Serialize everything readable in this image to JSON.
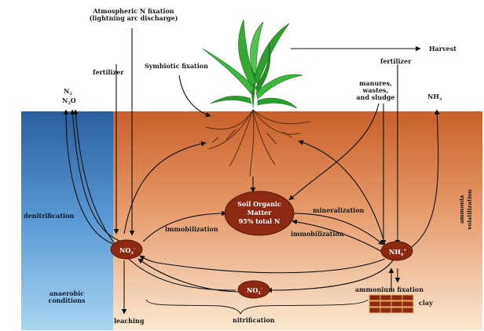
{
  "labels": {
    "atm_fixation_1": "Atmospheric N fixation",
    "atm_fixation_2": "(lightning arc discharge)",
    "harvest": "Harvest",
    "fertilizer_left": "fertilizer",
    "symbiotic": "Symbiotic fixation",
    "fertilizer_right": "fertilizer",
    "n2": "N",
    "n2_sub": "2",
    "n2o": "N",
    "n2o_sub": "2",
    "n2o_o": "O",
    "nh3": "NH",
    "nh3_sub": "3",
    "manures_1": "manures,",
    "manures_2": "wastes,",
    "manures_3": "and sludge",
    "denitrification": "denitrification",
    "ammonia_vol_1": "ammonia",
    "ammonia_vol_2": "volatilization",
    "som_1": "Soil Organic",
    "som_2": "Matter",
    "som_3": "95% total N",
    "mineralization": "mineralization",
    "immobilization_left": "immobilization",
    "immobilization_right": "immobilization",
    "no3": "NO",
    "no3_sub": "3",
    "no3_sup": "-",
    "nh4": "NH",
    "nh4_sub": "4",
    "nh4_sup": "+",
    "no2": "NO",
    "no2_sub": "2",
    "no2_sup": "-",
    "anaerobic_1": "anaerobic",
    "anaerobic_2": "conditions",
    "ammonium_fixation": "ammonium fixation",
    "clay": "clay",
    "leaching": "leaching",
    "nitrification": "nitrification"
  },
  "colors": {
    "sky": "#ffffff",
    "soil_top": "#c8602a",
    "soil_bottom": "#fbe6cc",
    "water_top": "#2a5f9e",
    "water_bottom": "#9ed0f0",
    "pool": "#8b2a10",
    "plant": "#2aa02a",
    "root": "#6b3a1a"
  },
  "icons": [
    "corn-plant-icon",
    "root-system-icon",
    "clay-layer-icon"
  ]
}
